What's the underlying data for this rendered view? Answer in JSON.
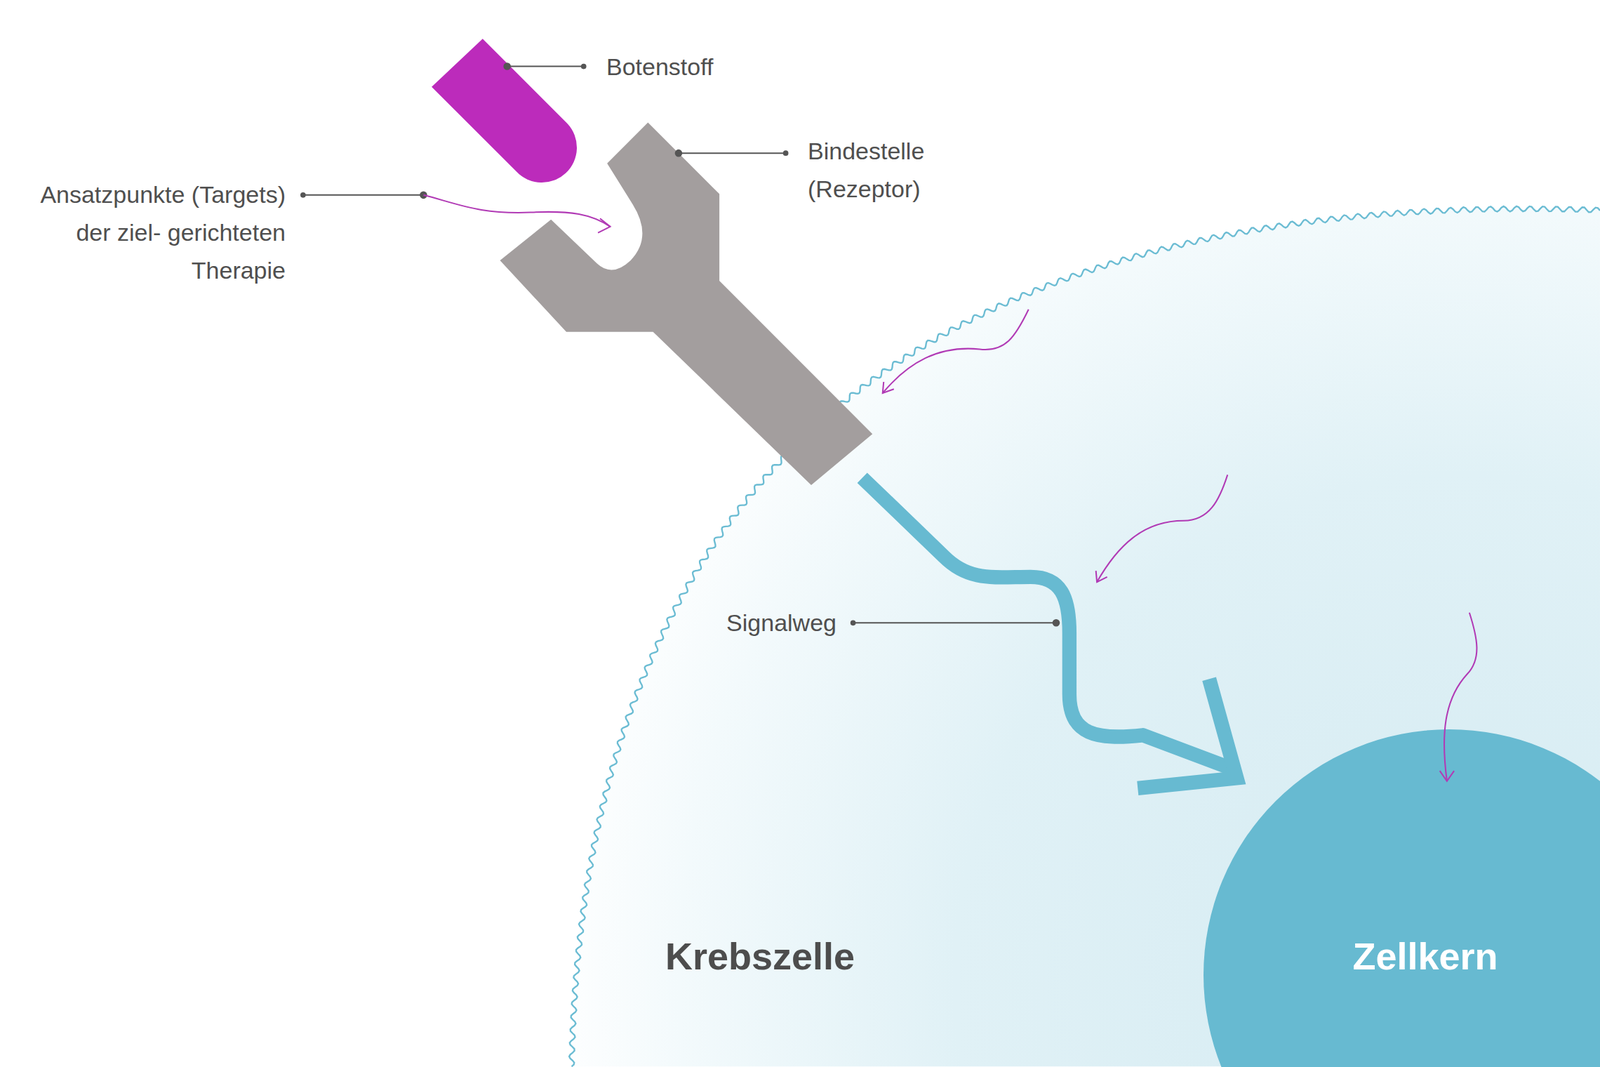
{
  "diagram": {
    "nodes": [
      {
        "text": [
          "Krebszelle"
        ]
      },
      {
        "text": [
          "Zellkern"
        ],
        "in": 0
      }
    ],
    "labels": [
      "Botenstoff",
      "Bindestelle (Rezeptor)",
      "Ansatzpunkte (Targets) der ziel- gerichteten Therapie",
      "Signalweg"
    ]
  }
}
